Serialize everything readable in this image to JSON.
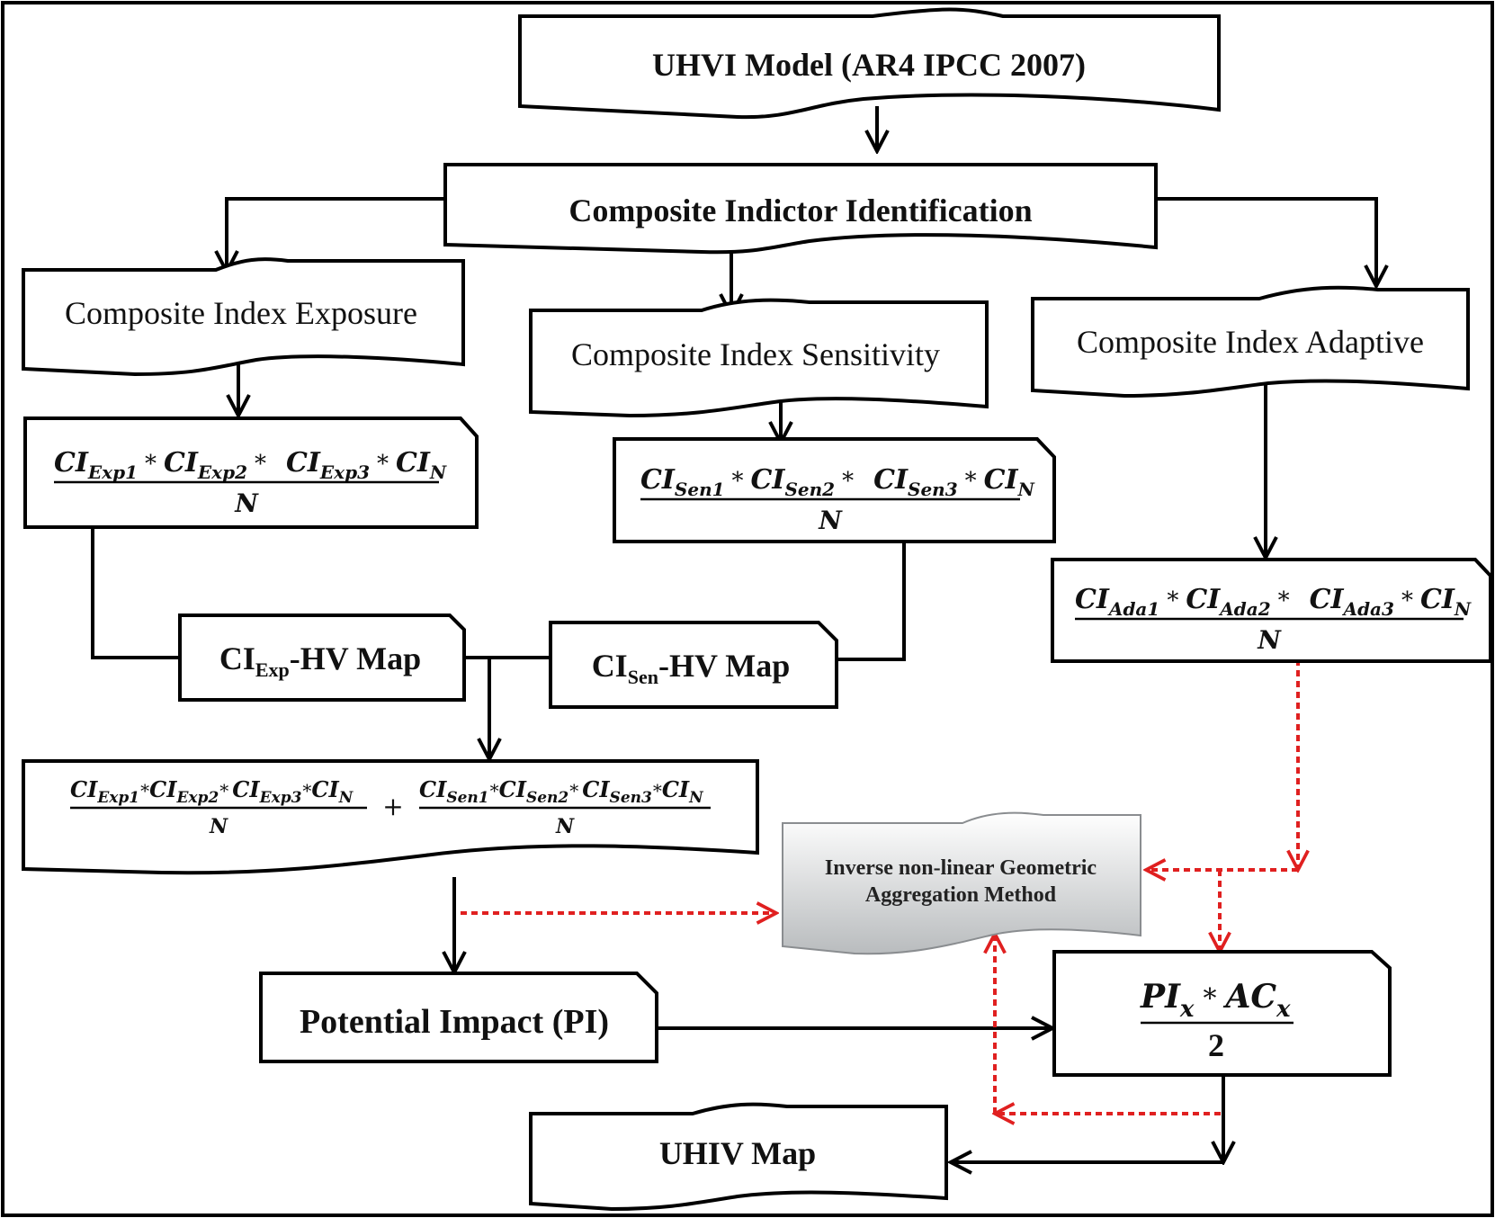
{
  "nodes": {
    "model": "UHVI Model (AR4 IPCC 2007)",
    "identification": "Composite Indictor Identification",
    "exposure": "Composite Index Exposure",
    "sensitivity": "Composite Index Sensitivity",
    "adaptive": "Composite Index Adaptive",
    "exp_map": {
      "base": "CI",
      "sub": "Exp",
      "suffix": "-HV Map"
    },
    "sen_map": {
      "base": "CI",
      "sub": "Sen",
      "suffix": "-HV Map"
    },
    "method": [
      "Inverse non-linear Geometric",
      "Aggregation Method"
    ],
    "potential_impact": "Potential Impact (PI)",
    "uhiv_map": "UHIV Map"
  },
  "formulas": {
    "ci": "CI",
    "times": "*",
    "plus": "+",
    "denominator": "N",
    "exposure_subs": [
      "Exp1",
      "Exp2",
      "Exp3",
      "N"
    ],
    "sensitivity_subs": [
      "Sen1",
      "Sen2",
      "Sen3",
      "N"
    ],
    "adaptive_subs": [
      "Ada1",
      "Ada2",
      "Ada3",
      "N"
    ],
    "final": {
      "left": "PI",
      "left_sub": "x",
      "right": "AC",
      "right_sub": "x",
      "denominator": "2"
    }
  },
  "colors": {
    "line": "#000000",
    "dotted_arrow": "#e02020",
    "method_fill_top": "#ffffff",
    "method_fill_bottom": "#b9bcbe"
  }
}
